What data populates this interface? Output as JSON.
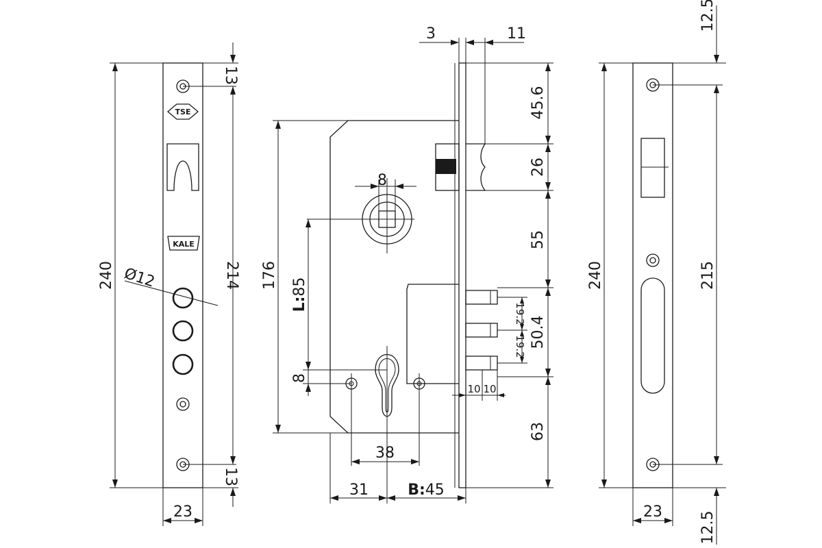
{
  "logos": {
    "tse": "TSE",
    "kale": "KALE"
  },
  "front_plate": {
    "total_height": "240",
    "screw_to_screw": "214",
    "top_offset": "13",
    "bottom_offset": "13",
    "width": "23",
    "hole_diameter": "Ø12"
  },
  "lock_body": {
    "faceplate_thickness": "3",
    "latch_projection": "11",
    "body_height": "176",
    "top_to_latch": "45.6",
    "latch_height": "26",
    "latch_to_bolt": "55",
    "bolt_height": "50.4",
    "bolt_pitch_1": "19.2",
    "bolt_pitch_2": "19.2",
    "bolt_throw_1": "10",
    "bolt_throw_2": "10",
    "bottom_offset": "63",
    "spindle": "8",
    "distance_prefix": "L:",
    "distance_value": "85",
    "cylinder_offset": "8",
    "screw_spacing": "38",
    "backset_edge": "31",
    "backset_prefix": "B:",
    "backset_value": "45"
  },
  "strike_plate": {
    "total_height": "240",
    "screw_to_screw": "215",
    "top_offset": "12.5",
    "bottom_offset": "12.5",
    "width": "23"
  }
}
